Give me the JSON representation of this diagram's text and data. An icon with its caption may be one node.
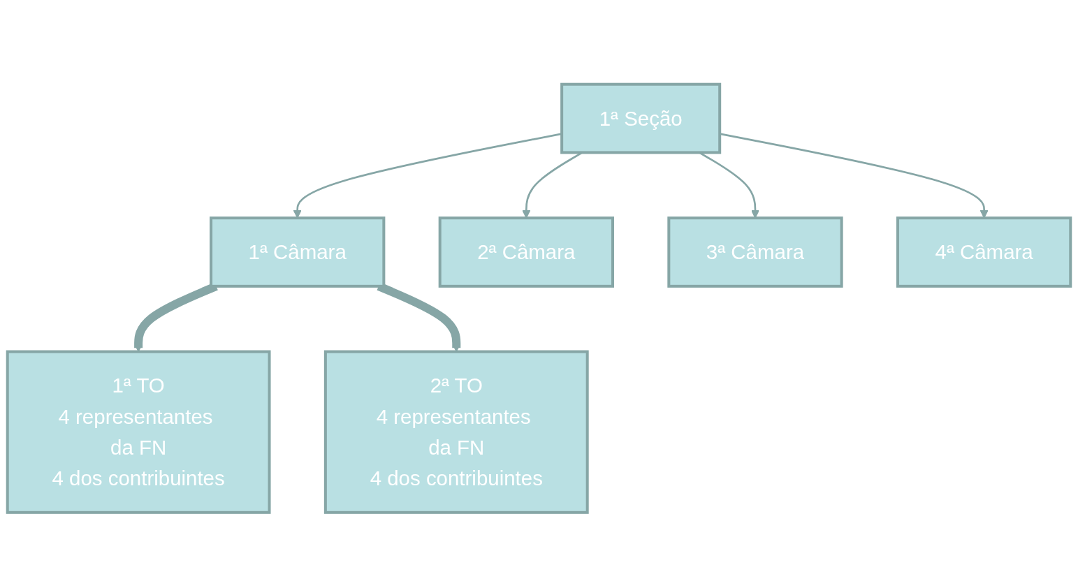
{
  "diagram": {
    "nodes": [
      {
        "text": [
          "1ª Seção"
        ]
      },
      {
        "text": [
          "1ª Câmara"
        ]
      },
      {
        "text": [
          "2ª Câmara"
        ]
      },
      {
        "text": [
          "3ª Câmara"
        ]
      },
      {
        "text": [
          "4ª Câmara"
        ]
      },
      {
        "text": [
          "1ª TO",
          "4 representantes da FN",
          "4 dos contribuintes"
        ]
      },
      {
        "text": [
          "2ª TO",
          "4 representantes da FN",
          "4 dos contribuintes"
        ]
      }
    ],
    "edges": [
      {
        "from": 0,
        "to": 1,
        "arrow": "to"
      },
      {
        "from": 0,
        "to": 2,
        "arrow": "to"
      },
      {
        "from": 0,
        "to": 3,
        "arrow": "to"
      },
      {
        "from": 0,
        "to": 4,
        "arrow": "to"
      },
      {
        "from": 1,
        "to": 5,
        "arrow": "to",
        "style": "thick"
      },
      {
        "from": 1,
        "to": 6,
        "arrow": "to",
        "style": "thick"
      }
    ]
  }
}
